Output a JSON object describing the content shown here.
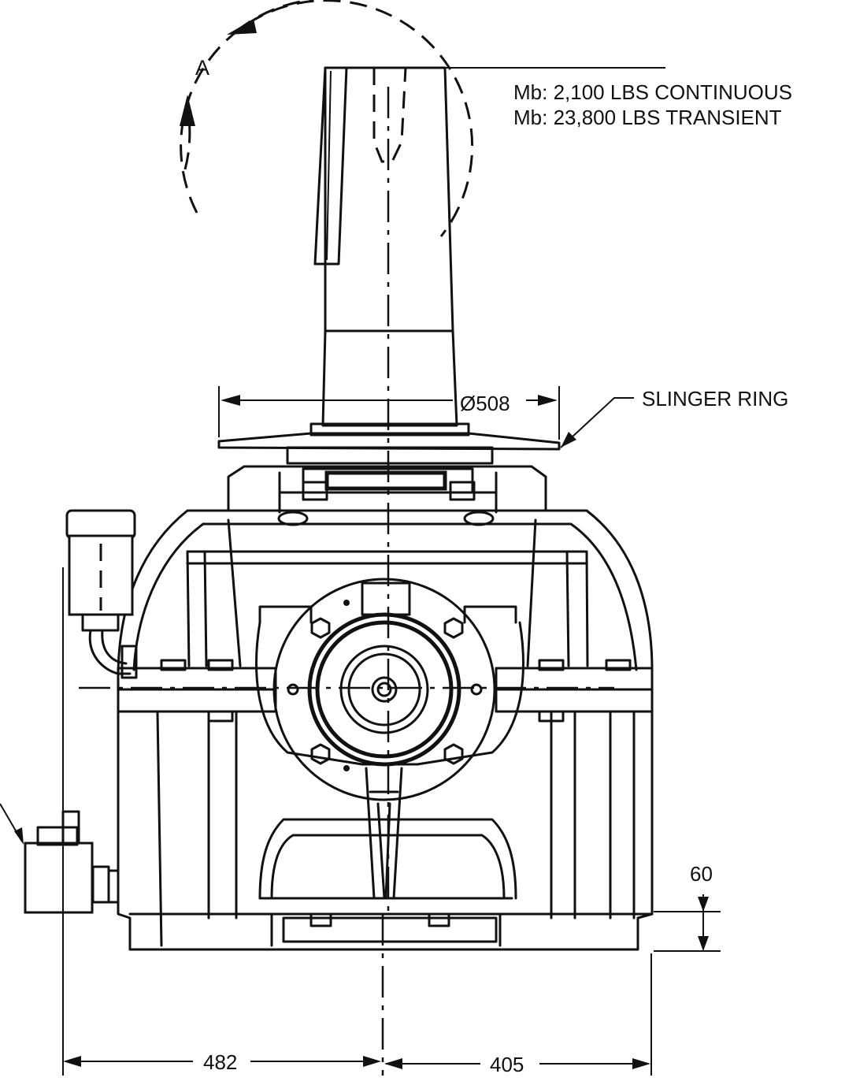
{
  "view": {
    "label": "A"
  },
  "notes": {
    "moment_continuous": "Mb: 2,100 LBS CONTINUOUS",
    "moment_transient": "Mb: 23,800 LBS TRANSIENT",
    "slinger_ring": "SLINGER RING"
  },
  "dimensions": {
    "slinger_diameter": "Ø508",
    "base_height": "60",
    "left_offset": "482",
    "right_offset": "405"
  }
}
